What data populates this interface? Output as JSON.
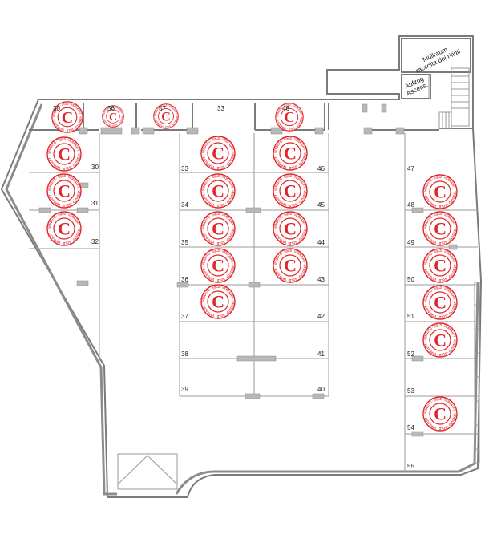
{
  "rooms": {
    "muellraum_line1": "Müllraum",
    "muellraum_line2": "raccolta dei rifiuti",
    "aufzug_line1": "Aufzug",
    "aufzug_line2": "Ascens."
  },
  "stamp": {
    "letter": "C",
    "ring_text": "VENDUTO · SOLD · VERKAUFT · VENDUTO · SOLD · VERKAUFT · ",
    "color": "#e0262b"
  },
  "spaces": [
    {
      "number": "30",
      "sold": true
    },
    {
      "number": "56",
      "sold": true
    },
    {
      "number": "57",
      "sold": true
    },
    {
      "number": "33",
      "sold": false
    },
    {
      "number": "46",
      "sold": true
    },
    {
      "number": "30",
      "sold": true
    },
    {
      "number": "31",
      "sold": true
    },
    {
      "number": "32",
      "sold": true
    },
    {
      "number": "33",
      "sold": true
    },
    {
      "number": "34",
      "sold": true
    },
    {
      "number": "35",
      "sold": true
    },
    {
      "number": "36",
      "sold": true
    },
    {
      "number": "37",
      "sold": true
    },
    {
      "number": "38",
      "sold": false
    },
    {
      "number": "39",
      "sold": false
    },
    {
      "number": "46",
      "sold": true
    },
    {
      "number": "45",
      "sold": true
    },
    {
      "number": "44",
      "sold": true
    },
    {
      "number": "43",
      "sold": true
    },
    {
      "number": "42",
      "sold": false
    },
    {
      "number": "41",
      "sold": false
    },
    {
      "number": "40",
      "sold": false
    },
    {
      "number": "47",
      "sold": false
    },
    {
      "number": "48",
      "sold": true
    },
    {
      "number": "49",
      "sold": true
    },
    {
      "number": "50",
      "sold": true
    },
    {
      "number": "51",
      "sold": true
    },
    {
      "number": "52",
      "sold": true
    },
    {
      "number": "53",
      "sold": false
    },
    {
      "number": "54",
      "sold": true
    },
    {
      "number": "55",
      "sold": false
    }
  ]
}
